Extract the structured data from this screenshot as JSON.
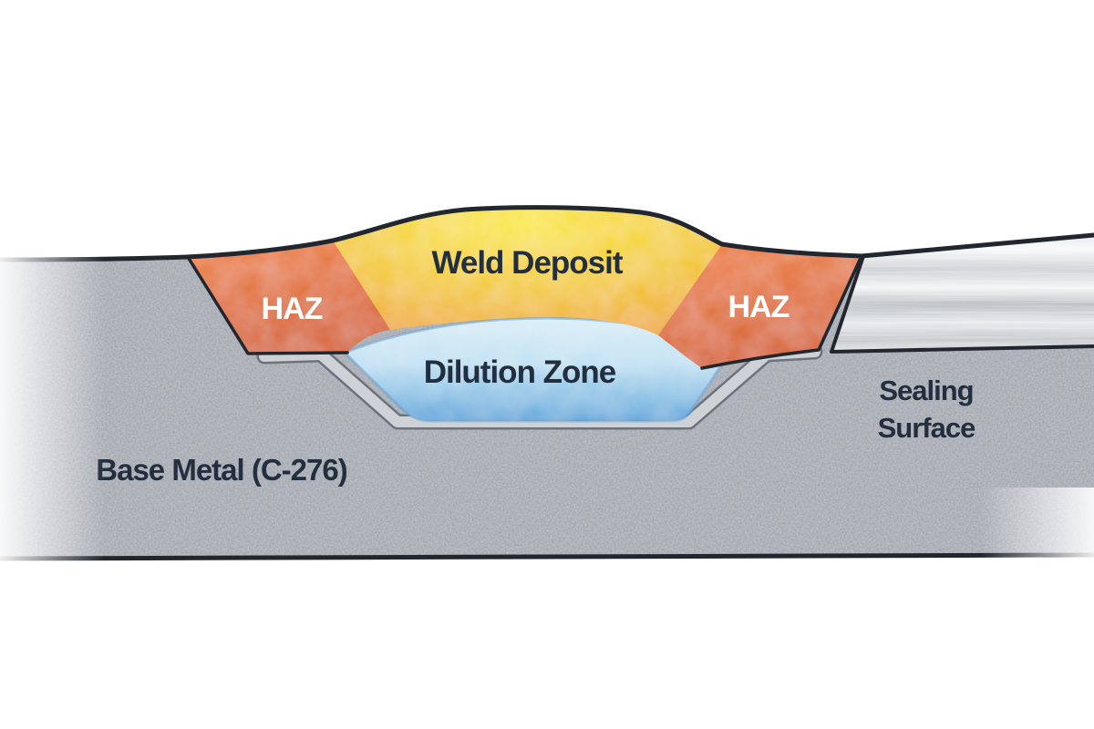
{
  "diagram": {
    "labels": {
      "weld_deposit": "Weld Deposit",
      "haz_left": "HAZ",
      "haz_right": "HAZ",
      "dilution_zone": "Dilution Zone",
      "base_metal": "Base Metal (C-276)",
      "sealing_line1": "Sealing",
      "sealing_line2": "Surface"
    },
    "colors": {
      "label_navy": "#232e3e",
      "label_white": "#ffffff",
      "outline": "#21262f",
      "weld_yellow_bright": "#fae93a",
      "weld_yellow": "#f3c81e",
      "weld_amber": "#efa520",
      "haz_orange_light": "#ee7b29",
      "haz_orange_dark": "#d55c18",
      "dilution_blue_light": "#d9edf8",
      "dilution_blue_deep": "#58a5da",
      "base_gray": "#979ca4",
      "groove_gray": "#ced2d7",
      "steel_light": "#f7f8f9",
      "steel_mid": "#aab0b5"
    }
  }
}
